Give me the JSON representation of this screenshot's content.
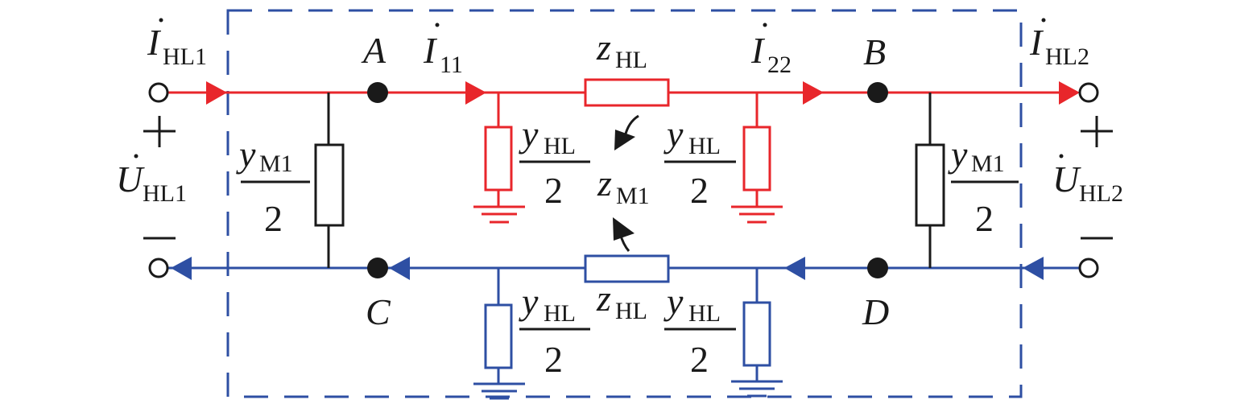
{
  "colors": {
    "line1": "#e8262b",
    "line2": "#2e4fa3",
    "box": "#2e4fa3",
    "black": "#1a1a1a"
  },
  "nodes": {
    "A": "A",
    "B": "B",
    "C": "C",
    "D": "D"
  },
  "currents": {
    "i_hl1": {
      "main": "I",
      "sub": "HL1"
    },
    "i_11": {
      "main": "I",
      "sub": "11"
    },
    "i_22": {
      "main": "I",
      "sub": "22"
    },
    "i_hl2": {
      "main": "I",
      "sub": "HL2"
    }
  },
  "voltages": {
    "u_hl1": {
      "main": "U",
      "sub": "HL1"
    },
    "u_hl2": {
      "main": "U",
      "sub": "HL2"
    },
    "plus": "+",
    "minus": "—"
  },
  "impedances": {
    "z_hl_top": {
      "main": "z",
      "sub": "HL"
    },
    "z_hl_bottom": {
      "main": "z",
      "sub": "HL"
    },
    "z_m1": {
      "main": "z",
      "sub": "M1"
    }
  },
  "admittances": {
    "y_m1": {
      "main": "y",
      "sub": "M1",
      "den": "2"
    },
    "y_hl": {
      "main": "y",
      "sub": "HL",
      "den": "2"
    }
  }
}
